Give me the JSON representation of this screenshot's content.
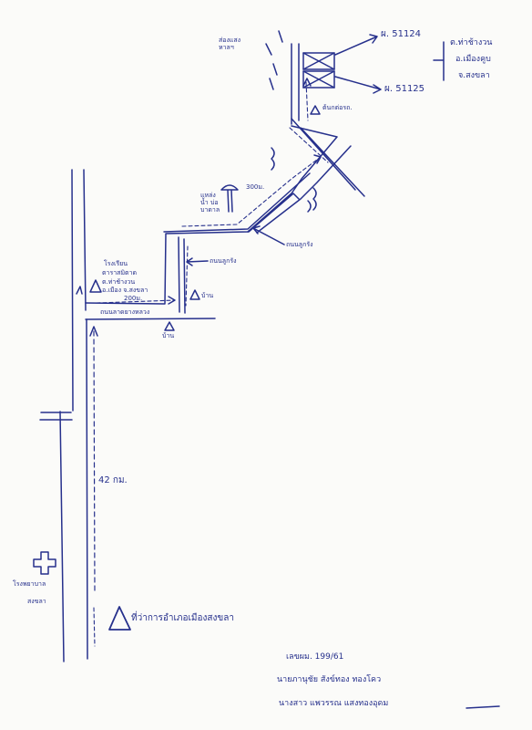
{
  "labels": {
    "power_pole_tag": "ส่องแสง หาลฯ",
    "meter_top": "ผ. 51124",
    "meter_bottom": "ผ. 51125",
    "location_1": "ต.ท่าช้างวน",
    "location_2": "อ.เมืองคูบ",
    "location_3": "จ.สงขลา",
    "poles_from": "ต้นกต่อรถ.",
    "distance_300": "300ม.",
    "well": "แหล่งน้ำ บ่อบาดาล",
    "road_right": "ถนนลูกรัง",
    "road_inner": "ถนนลูกรัง",
    "school_1": "โรงเรียน",
    "school_2": "ตาราสมิตาด",
    "school_3": "ต.ท่าช้างวน",
    "school_4": "อ.เมือง จ.สงขลา",
    "distance_200": "200ม.",
    "road_main": "ถนนลาดยางหลวง",
    "house_right": "บ้าน",
    "house_bottom": "บ้าน",
    "distance_42km": "42 กม.",
    "hospital_1": "โรงพยาบาล",
    "hospital_2": "สงขลา",
    "district_office": "ที่ว่าการอำเภอเมืองสงขลา",
    "note_1": "เลขผม. 199/61",
    "note_2": "นายภานุชัย สังข์ทอง ทองโคว",
    "note_3": "นางสาว แพวรรณ แสงทองอุดม"
  },
  "colors": {
    "ink": "#26308c",
    "paper": "#fbfbf9"
  }
}
